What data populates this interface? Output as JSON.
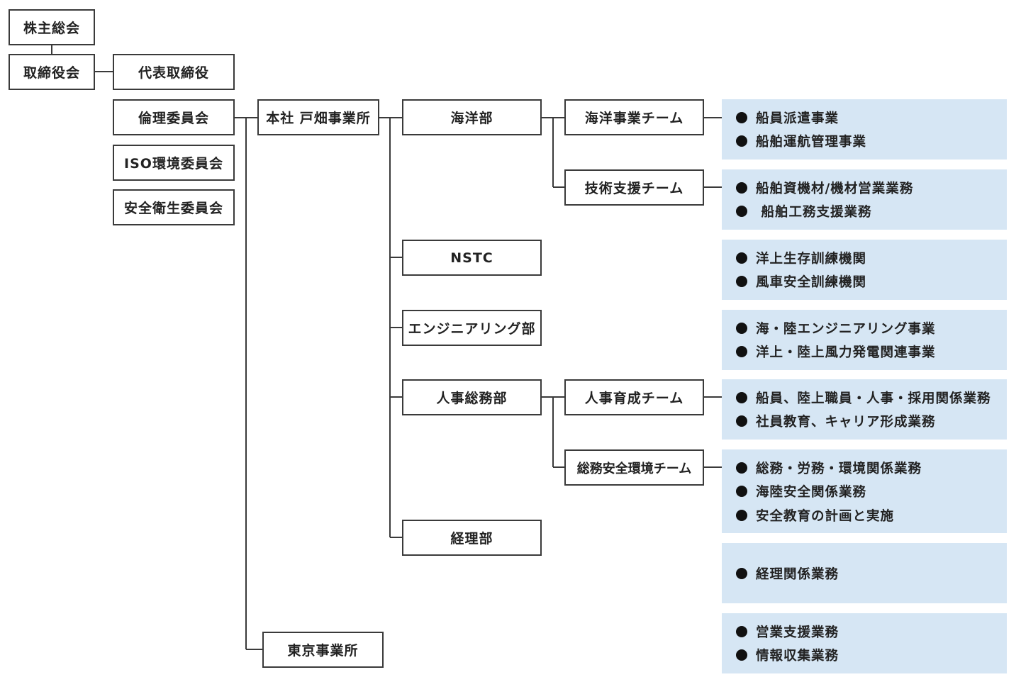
{
  "boxes": {
    "shareholders": "株主総会",
    "board": "取締役会",
    "representative": "代表取締役",
    "ethics": "倫理委員会",
    "iso": "ISO環境委員会",
    "safety": "安全衛生委員会",
    "head_office": "本社 戸畑事業所",
    "tokyo": "東京事業所",
    "marine_dept": "海洋部",
    "nstc": "NSTC",
    "engineering_dept": "エンジニアリング部",
    "hr_dept": "人事総務部",
    "accounting_dept": "経理部",
    "marine_team": "海洋事業チーム",
    "tech_team": "技術支援チーム",
    "hr_team": "人事育成チーム",
    "ga_team": "総務安全環境チーム"
  },
  "panels": [
    {
      "items": [
        "船員派遣事業",
        "船舶運航管理事業"
      ]
    },
    {
      "items": [
        "船舶資機材/機材営業業務",
        " 船舶工務支援業務"
      ]
    },
    {
      "items": [
        "洋上生存訓練機関",
        "風車安全訓練機関"
      ]
    },
    {
      "items": [
        "海・陸エンジニアリング事業",
        "洋上・陸上風力発電関連事業"
      ]
    },
    {
      "items": [
        "船員、陸上職員・人事・採用関係業務",
        "社員教育、キャリア形成業務"
      ]
    },
    {
      "items": [
        "総務・労務・環境関係業務",
        "海陸安全関係業務",
        "安全教育の計画と実施"
      ]
    },
    {
      "items": [
        "経理関係業務"
      ]
    },
    {
      "items": [
        "営業支援業務",
        "情報収集業務"
      ]
    }
  ],
  "colors": {
    "panel_bg": "#d6e6f4",
    "line": "#3a3a3a",
    "bullet": "#111111"
  }
}
